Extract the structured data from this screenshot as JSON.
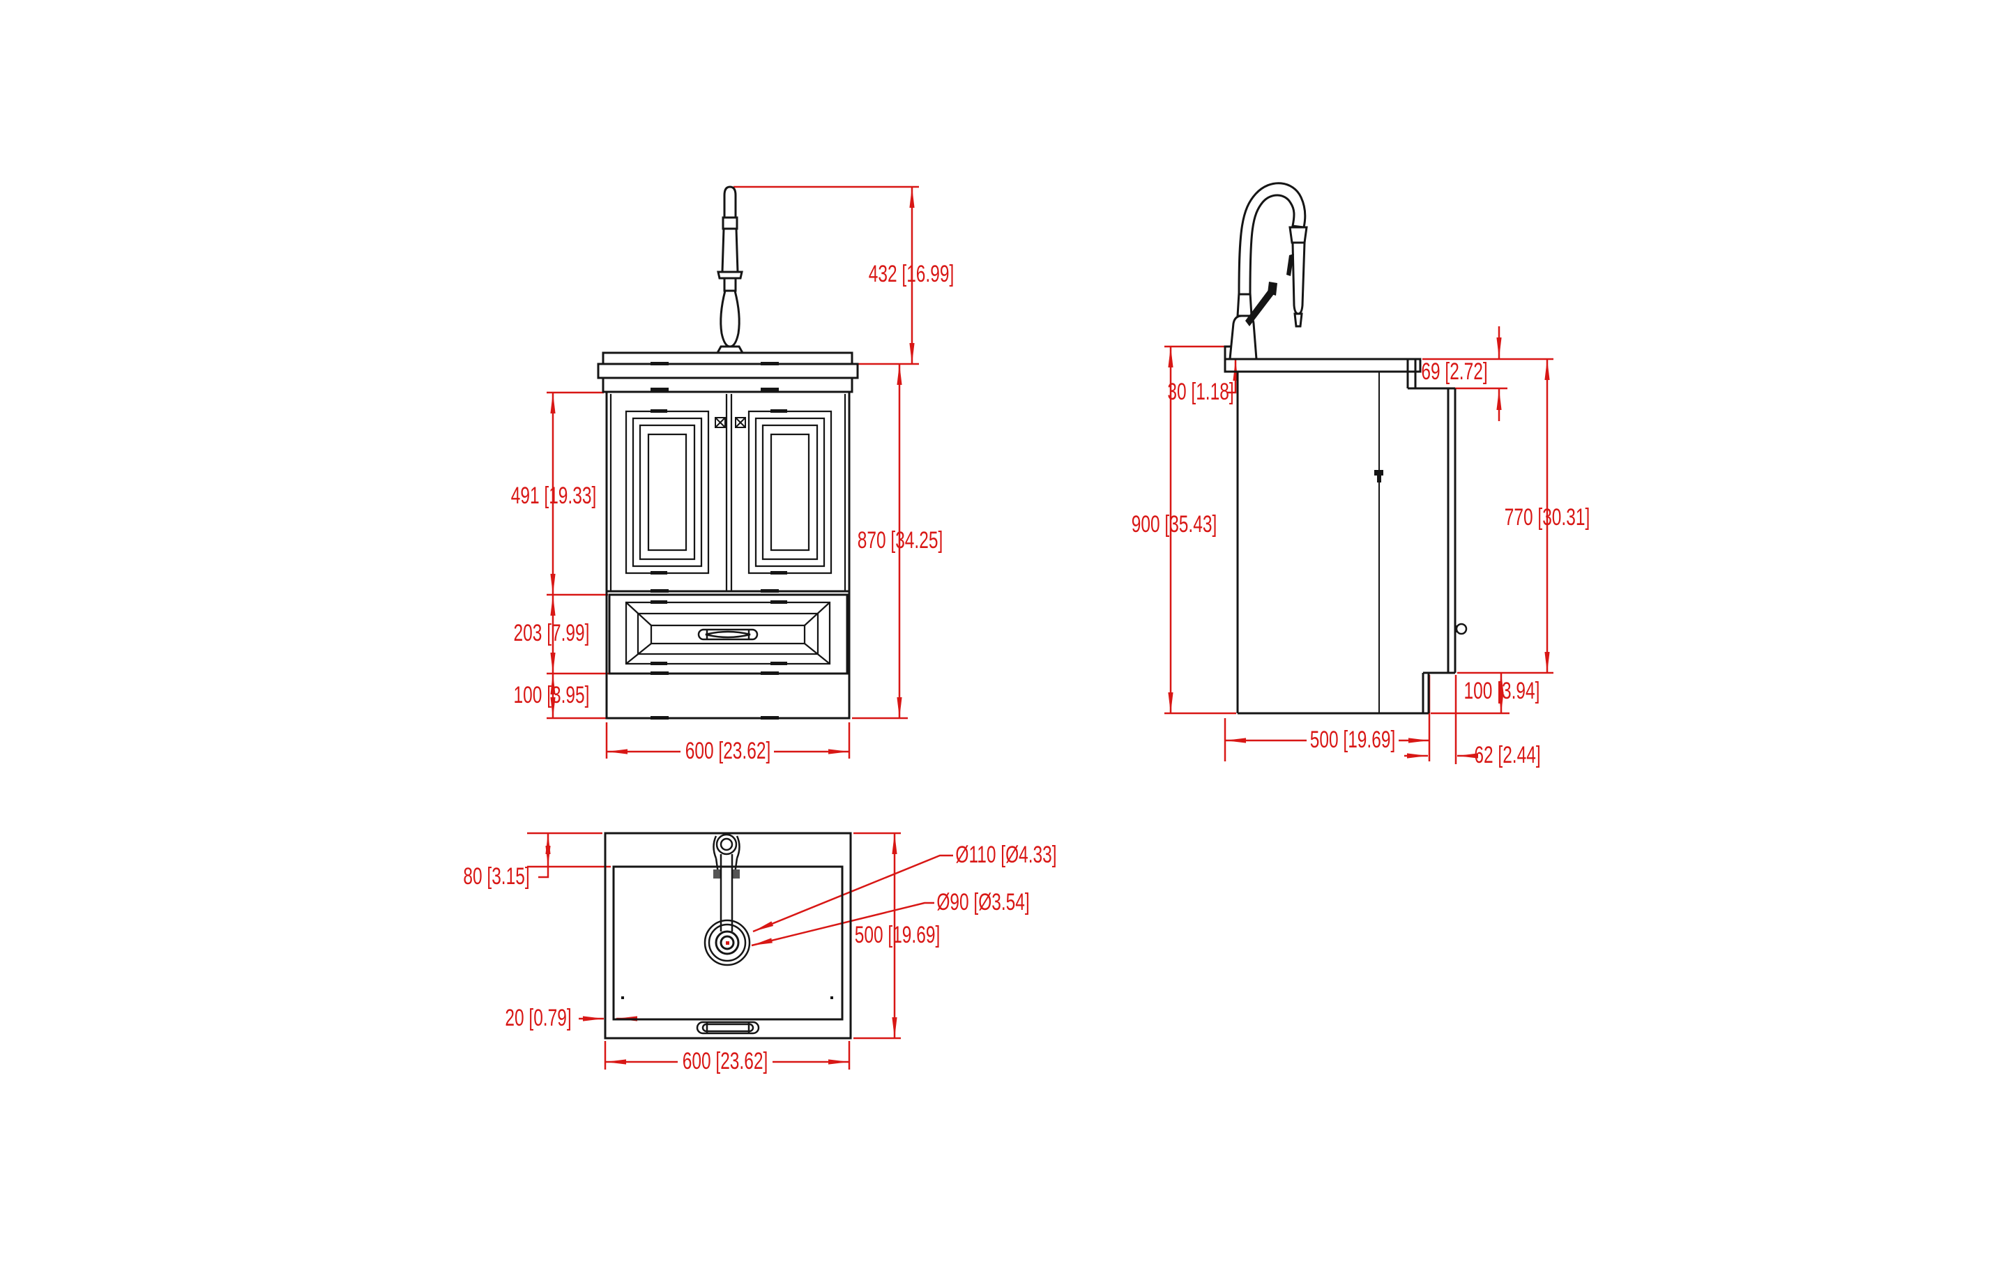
{
  "drawing": {
    "type": "cad-dimension-drawing",
    "subject": "bathroom vanity cabinet with pull-down faucet, three orthographic views",
    "units": "mm [inches]",
    "colors": {
      "line": "#151515",
      "dimension": "#d81715",
      "background": "#ffffff"
    }
  },
  "views": {
    "front": {
      "name": "front view",
      "dims": {
        "faucet_height": "432 [16.99]",
        "door_section_height": "491 [19.33]",
        "drawer_section_height": "203 [7.99]",
        "toe_kick_height": "100 [3.95]",
        "overall_height": "870 [34.25]",
        "overall_width": "600 [23.62]"
      }
    },
    "side": {
      "name": "side view",
      "dims": {
        "backsplash_height": "30 [1.18]",
        "counter_edge_height": "69 [2.72]",
        "overall_height": "900 [35.43]",
        "door_height": "770 [30.31]",
        "toe_kick_height": "100 [3.94]",
        "depth": "500 [19.69]",
        "door_offset": "62 [2.44]"
      }
    },
    "top": {
      "name": "top view",
      "dims": {
        "basin_back_inset": "80 [3.15]",
        "faucet_hole_outer_dia": "Ø110 [Ø4.33]",
        "faucet_hole_inner_dia": "Ø90 [Ø3.54]",
        "depth": "500 [19.69]",
        "basin_wall_thickness": "20 [0.79]",
        "overall_width": "600 [23.62]"
      }
    }
  }
}
